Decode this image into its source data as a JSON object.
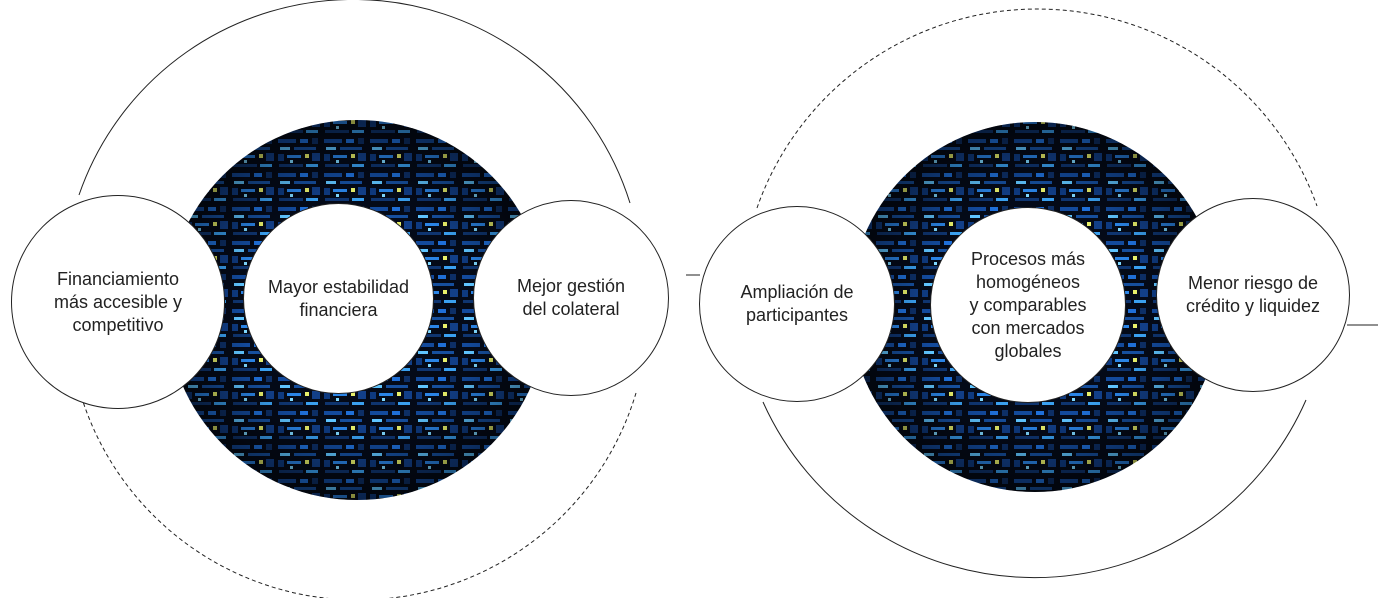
{
  "colors": {
    "stroke": "#222222",
    "image_dark": "#040a18",
    "image_blue": "#1f6fd8",
    "image_light": "#5fc4ff",
    "image_yellow": "#e8f06a"
  },
  "left_group": {
    "nodes": [
      {
        "text": "Financiamiento\nmás accesible y\ncompetitivo"
      },
      {
        "text": "Mayor estabilidad\nfinanciera"
      },
      {
        "text": "Mejor gestión\ndel colateral"
      }
    ]
  },
  "right_group": {
    "nodes": [
      {
        "text": "Ampliación de\nparticipantes"
      },
      {
        "text": "Procesos más\nhomogéneos\ny comparables\ncon mercados\nglobales"
      },
      {
        "text": "Menor riesgo de\ncrédito y liquidez"
      }
    ]
  }
}
